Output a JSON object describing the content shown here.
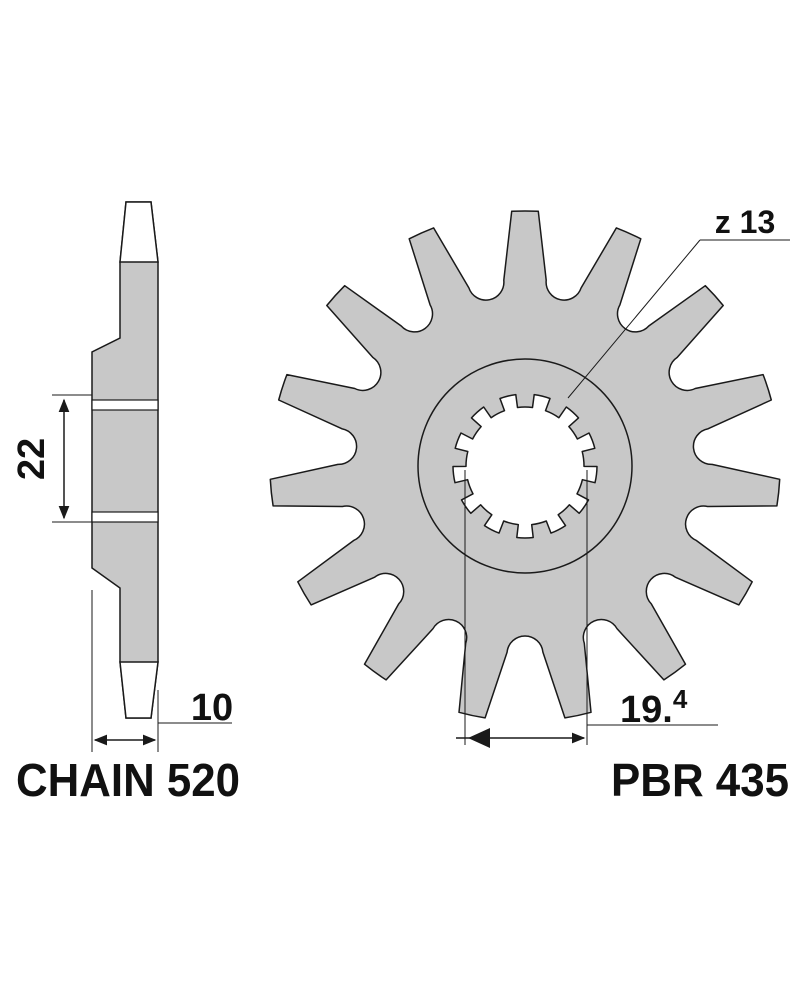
{
  "labels": {
    "chain": "CHAIN 520",
    "part_number": "PBR 435"
  },
  "dimensions": {
    "hub_width": "22",
    "thickness": "10",
    "spline_diameter_main": "19.",
    "spline_diameter_sup": "4",
    "spline_count": "z 13"
  },
  "geometry_data": {
    "sprocket_teeth": 15,
    "spline_teeth": 13
  },
  "colors": {
    "part_fill": "#c8c8c8",
    "line": "#1a1a1a",
    "background": "#ffffff"
  }
}
